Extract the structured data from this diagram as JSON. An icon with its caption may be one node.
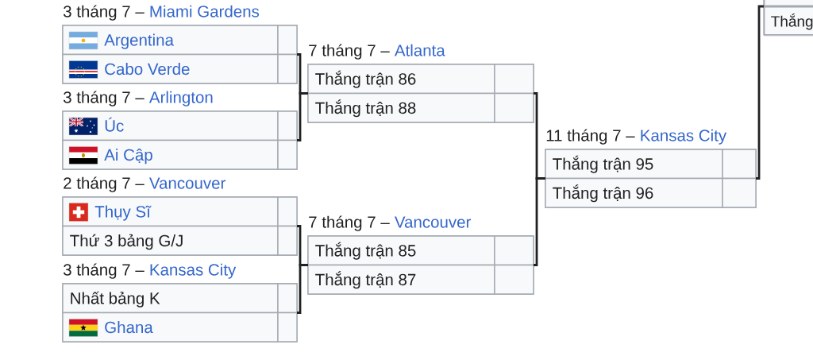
{
  "diagram": {
    "nodes": [
      {
        "text": [
          "3 tháng 7 –",
          "Miami Gardens"
        ]
      },
      {
        "text": [
          "Argentina"
        ],
        "in": 0
      },
      {
        "text": [],
        "shape": "box",
        "in": 0
      },
      {
        "text": [
          "Cabo Verde"
        ],
        "in": 0
      },
      {
        "text": [],
        "shape": "box",
        "in": 0
      },
      {
        "text": [
          "3 tháng 7 –",
          "Arlington"
        ]
      },
      {
        "text": [
          "Úc"
        ],
        "in": 5
      },
      {
        "text": [],
        "shape": "box",
        "in": 5
      },
      {
        "text": [
          "Ai Cập"
        ],
        "in": 5
      },
      {
        "text": [],
        "shape": "box",
        "in": 5
      },
      {
        "text": [
          "2 tháng 7 –",
          "Vancouver"
        ]
      },
      {
        "text": [
          "Thụy Sĩ"
        ],
        "in": 10
      },
      {
        "text": [],
        "shape": "box",
        "in": 10
      },
      {
        "text": [
          "Thứ 3 bảng G/J"
        ],
        "in": 10
      },
      {
        "text": [],
        "shape": "box",
        "in": 10
      },
      {
        "text": [
          "3 tháng 7 –",
          "Kansas City"
        ]
      },
      {
        "text": [
          "Nhất bảng K"
        ],
        "in": 15
      },
      {
        "text": [],
        "shape": "box",
        "in": 15
      },
      {
        "text": [
          "Ghana"
        ],
        "in": 15
      },
      {
        "text": [],
        "shape": "box",
        "in": 15
      },
      {
        "text": [
          "7 tháng 7 –",
          "Atlanta"
        ]
      },
      {
        "text": [
          "Thắng trận 86"
        ],
        "in": 20
      },
      {
        "text": [],
        "shape": "box",
        "in": 20
      },
      {
        "text": [
          "Thắng trận 88"
        ],
        "in": 20
      },
      {
        "text": [],
        "shape": "box",
        "in": 20
      },
      {
        "text": [
          "7 tháng 7 –",
          "Vancouver"
        ]
      },
      {
        "text": [
          "Thắng trận 85"
        ],
        "in": 25
      },
      {
        "text": [],
        "shape": "box",
        "in": 25
      },
      {
        "text": [
          "Thắng trận 87"
        ],
        "in": 25
      },
      {
        "text": [],
        "shape": "box",
        "in": 25
      },
      {
        "text": [
          "11 tháng 7 –",
          "Kansas City"
        ]
      },
      {
        "text": [
          "Thắng trận 95"
        ],
        "in": 30
      },
      {
        "text": [],
        "shape": "box",
        "in": 30
      },
      {
        "text": [
          "Thắng trận 96"
        ],
        "in": 30
      },
      {
        "text": [],
        "shape": "box",
        "in": 30
      },
      {
        "text": [],
        "shape": "box"
      },
      {
        "text": [],
        "shape": "box",
        "in": 35
      },
      {
        "text": [
          "Thắng"
        ],
        "in": 35
      }
    ],
    "edges": [
      {
        "from": 0,
        "to": 20,
        "arrow": "none"
      },
      {
        "from": 5,
        "to": 20,
        "arrow": "none"
      },
      {
        "from": 10,
        "to": 25,
        "arrow": "none"
      },
      {
        "from": 15,
        "to": 25,
        "arrow": "none"
      },
      {
        "from": 20,
        "to": 30,
        "arrow": "none"
      },
      {
        "from": 25,
        "to": 30,
        "arrow": "none"
      },
      {
        "from": 30,
        "to": 35,
        "arrow": "none"
      }
    ]
  }
}
